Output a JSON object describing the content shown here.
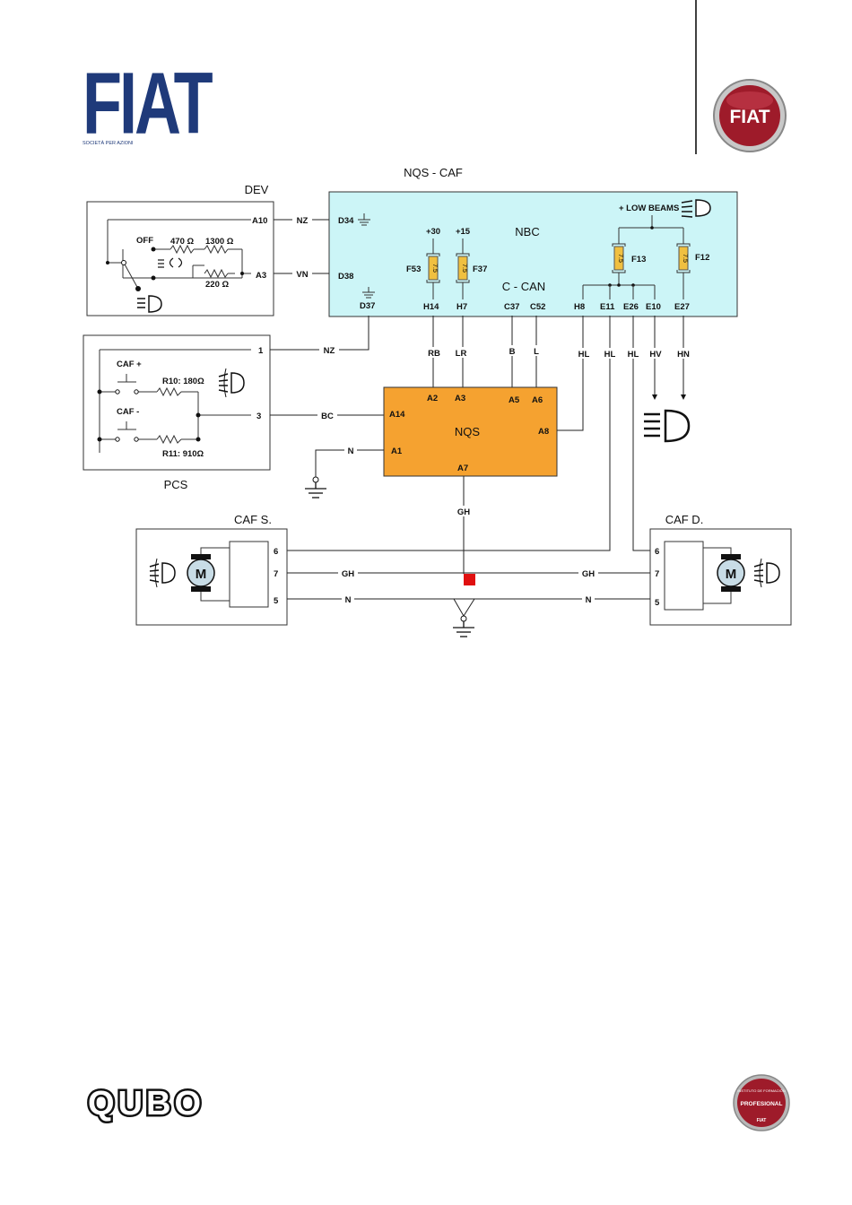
{
  "header": {
    "logo_text": "FIAT",
    "logo_subtitle": "SOCIETÀ PER AZIONI",
    "badge_text": "FIAT"
  },
  "diagram": {
    "nbc_block": {
      "title": "NQS - CAF",
      "name": "NBC",
      "can_label": "C - CAN",
      "low_beams_label": "+ LOW BEAMS",
      "supply_30": "+30",
      "supply_15": "+15",
      "fuses": {
        "F53": "F53",
        "F37": "F37",
        "F13": "F13",
        "F12": "F12",
        "rating": "7.5"
      },
      "pins": {
        "D34": "D34",
        "D38": "D38",
        "D37": "D37",
        "H14": "H14",
        "H7": "H7",
        "C37": "C37",
        "C52": "C52",
        "H8": "H8",
        "E11": "E11",
        "E26": "E26",
        "E10": "E10",
        "E27": "E27"
      }
    },
    "dev": {
      "title": "DEV",
      "off_label": "OFF",
      "r1": "470 Ω",
      "r2": "1300 Ω",
      "r3": "220 Ω",
      "pin_a10": "A10",
      "pin_a3": "A3"
    },
    "pcs": {
      "title": "PCS",
      "caf_plus": "CAF  +",
      "caf_minus": "CAF  -",
      "r10": "R10: 180Ω",
      "r11": "R11: 910Ω",
      "pin1": "1",
      "pin3": "3"
    },
    "nqs": {
      "title": "NQS",
      "pins": {
        "A2": "A2",
        "A3": "A3",
        "A5": "A5",
        "A6": "A6",
        "A14": "A14",
        "A8": "A8",
        "A1": "A1",
        "A7": "A7"
      }
    },
    "wires": {
      "nz1": "NZ",
      "vn": "VN",
      "nz2": "NZ",
      "bc": "BC",
      "n1": "N",
      "rb": "RB",
      "lr": "LR",
      "b": "B",
      "l": "L",
      "hl1": "HL",
      "hl2": "HL",
      "hl3": "HL",
      "hv": "HV",
      "hn": "HN",
      "gh_v": "GH",
      "gh_left": "GH",
      "gh_right": "GH",
      "n_left": "N",
      "n_right": "N"
    },
    "caf_s": {
      "title": "CAF S.",
      "motor": "M",
      "pin6": "6",
      "pin7": "7",
      "pin5": "5"
    },
    "caf_d": {
      "title": "CAF D.",
      "motor": "M",
      "pin6": "6",
      "pin7": "7",
      "pin5": "5"
    }
  },
  "footer": {
    "model_logo": "QUBO",
    "school_badge_line1": "INSTITUTO DE FORMACIÓN",
    "school_badge_line2": "PROFESIONAL",
    "school_badge_line3": "FIAT"
  },
  "colors": {
    "nbc_fill": "#ccf5f7",
    "nqs_fill": "#f5a230",
    "fuse_fill": "#f0c040",
    "splice": "#e01010",
    "brand_blue": "#1f3a7a",
    "badge_red": "#9e1b2a"
  }
}
